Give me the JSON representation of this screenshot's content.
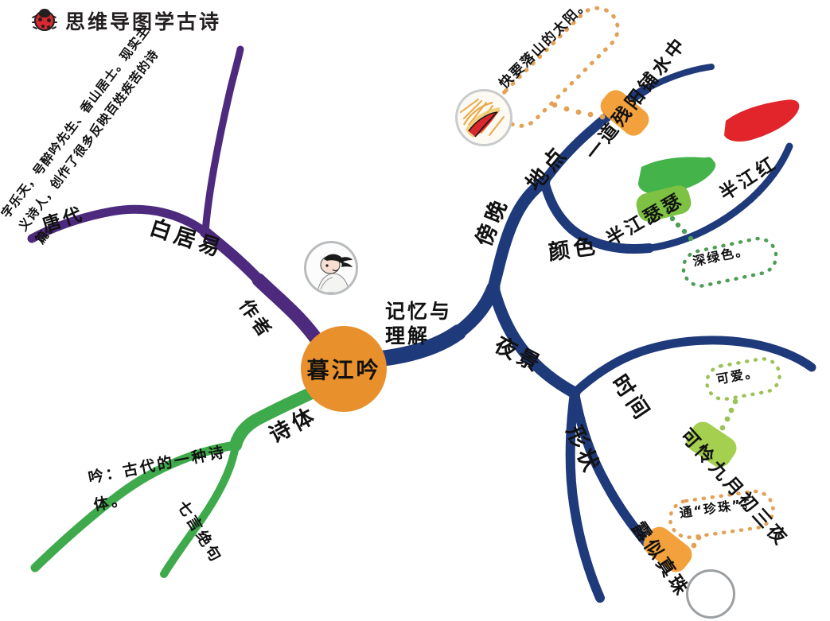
{
  "header": {
    "logo_icon": "ladybug-icon",
    "title": "思维导图学古诗"
  },
  "mindmap": {
    "center": {
      "label": "暮江吟",
      "color": "#e8912c"
    },
    "icons": {
      "poet_avatar": "poet-portrait-icon",
      "sunset_avatar": "sunset-icon"
    },
    "branches": [
      {
        "id": "author",
        "label": "作者",
        "color": "#4d2a7e",
        "children": [
          {
            "label": "白居易"
          },
          {
            "label": "唐代"
          },
          {
            "label": "字乐天，号醉吟先生、香山居士。现实主义诗人，创作了很多反映百姓疾苦的诗篇。"
          }
        ]
      },
      {
        "id": "style",
        "label": "诗体",
        "color": "#3faa4c",
        "children": [
          {
            "label": "吟：古代的一种诗体。"
          },
          {
            "label": "七言绝句"
          }
        ]
      },
      {
        "id": "memory",
        "label": "记忆与理解",
        "color": "#1f3a7a",
        "children": [
          {
            "label": "傍晚"
          },
          {
            "label": "夜景"
          }
        ]
      }
    ],
    "evening": {
      "label": "傍晚",
      "children": [
        {
          "label": "地点",
          "line": "一道残阳铺水中",
          "highlight": "残阳",
          "highlight_color": "#f2a13c",
          "note": "快要落山的太阳。"
        },
        {
          "label": "颜色",
          "line": "半江瑟瑟",
          "highlight": "瑟瑟",
          "highlight_color": "#7dc242",
          "note": "深绿色。",
          "line2": "半江红"
        }
      ]
    },
    "night": {
      "label": "夜景",
      "children": [
        {
          "label": "时间",
          "line": "可怜九月初三夜",
          "highlight": "可怜",
          "highlight_color": "#a5cf4f",
          "note": "可爱。"
        },
        {
          "label": "形状",
          "line": "露似真珠",
          "highlight": "真珠",
          "highlight_color": "#f2a13c",
          "note": "通“珍珠”。"
        }
      ]
    },
    "text_labels": {
      "author": "作者",
      "tang_dynasty": "唐代",
      "bai_juyi": "白居易",
      "bio": "字乐天，号醉吟先生、香山居士。现实主义诗人，创作了很多反映百姓疾苦的诗篇。",
      "memory_understanding": "记忆与理解",
      "poem_style": "诗体",
      "style_note": "吟：古代的一种诗体。",
      "seven_char": "七言绝句",
      "evening": "傍晚",
      "night_scene": "夜景",
      "place": "地点",
      "color": "颜色",
      "time": "时间",
      "shape": "形状",
      "line_sun": "一道残阳铺水中",
      "line_sun_hl": "残阳",
      "note_sun": "快要落山的太阳。",
      "line_half_river": "半江瑟瑟",
      "line_half_river_hl": "瑟瑟",
      "line_half_red": "半江红",
      "note_dark_green": "深绿色。",
      "line_ninth_month": "可怜九月初三夜",
      "line_ninth_month_hl": "可怜",
      "note_lovely": "可爱。",
      "line_dew": "露似真珠",
      "line_dew_hl": "真珠",
      "note_pearl": "通“珍珠”。"
    },
    "swatches": [
      {
        "name": "red-brush",
        "color": "#e1252b"
      },
      {
        "name": "green-brush",
        "color": "#44b34a"
      }
    ]
  }
}
